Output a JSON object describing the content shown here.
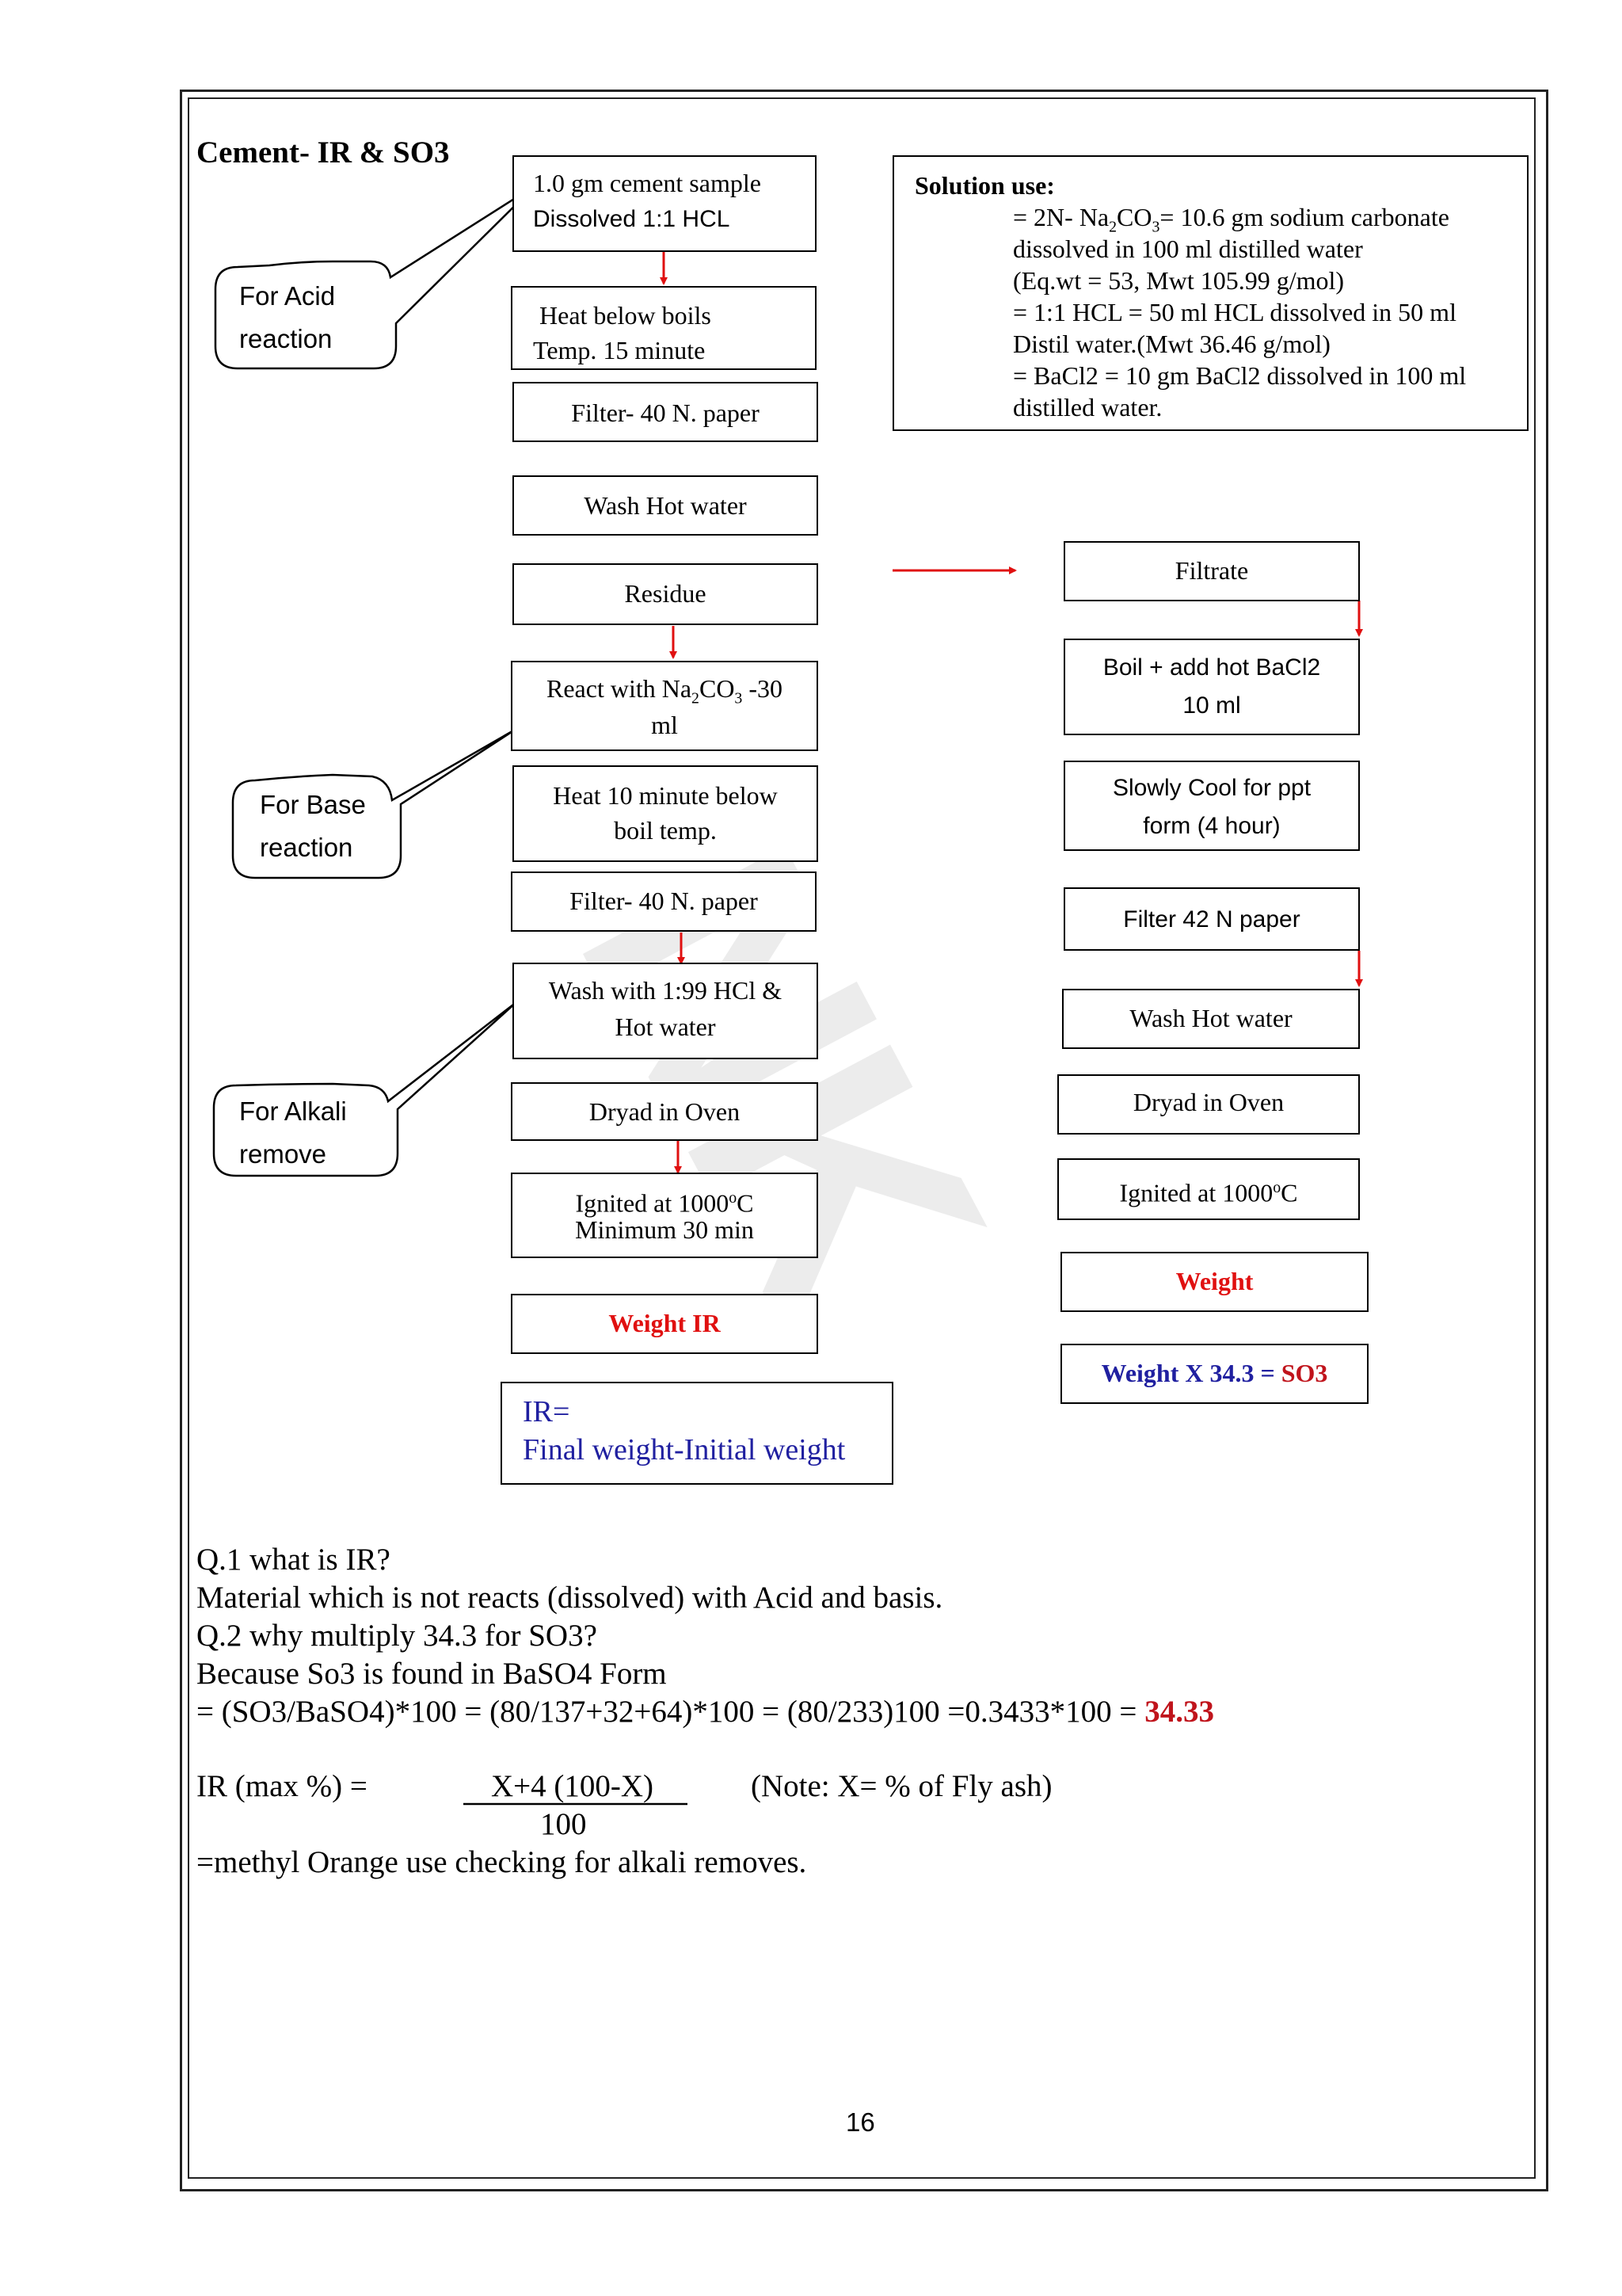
{
  "title": "Cement- IR & SO3",
  "watermark": "NK",
  "left_flow": [
    {
      "lines": [
        "1.0 gm cement sample",
        "Dissolved 1:1 HCL"
      ]
    },
    {
      "lines": [
        "Heat below boils",
        "Temp. 15 minute"
      ]
    },
    {
      "lines": [
        "Filter- 40 N. paper"
      ]
    },
    {
      "lines": [
        "Wash Hot water"
      ]
    },
    {
      "lines": [
        "Residue"
      ]
    },
    {
      "lines": [
        "React with Na2CO3 -30",
        "ml"
      ]
    },
    {
      "lines": [
        "Heat 10 minute below",
        "boil temp."
      ]
    },
    {
      "lines": [
        "Filter- 40 N. paper"
      ]
    },
    {
      "lines": [
        "Wash with 1:99 HCl &",
        "Hot water"
      ]
    },
    {
      "lines": [
        "Dryad in Oven"
      ]
    },
    {
      "lines": [
        "Ignited at 1000°C",
        "Minimum 30 min"
      ]
    },
    {
      "lines": [
        "Weight IR"
      ]
    }
  ],
  "right_flow": [
    {
      "lines": [
        "Filtrate"
      ]
    },
    {
      "lines": [
        "Boil + add hot BaCl2",
        "10 ml"
      ]
    },
    {
      "lines": [
        "Slowly Cool for ppt",
        "form (4 hour)"
      ]
    },
    {
      "lines": [
        "Filter 42 N paper"
      ]
    },
    {
      "lines": [
        "Wash Hot water"
      ]
    },
    {
      "lines": [
        "Dryad in Oven"
      ]
    },
    {
      "lines": [
        "Ignited at 1000°C"
      ]
    },
    {
      "lines": [
        "Weight"
      ]
    },
    {
      "lines": [
        "Weight X 34.3 = ",
        "SO3"
      ]
    }
  ],
  "ir_formula": {
    "line1": "IR=",
    "line2": "Final weight-Initial weight"
  },
  "callouts": [
    {
      "lines": [
        "For Acid",
        "reaction"
      ]
    },
    {
      "lines": [
        "For Base",
        "reaction"
      ]
    },
    {
      "lines": [
        "For Alkali",
        "remove"
      ]
    }
  ],
  "solution": {
    "heading": "Solution use:",
    "lines": [
      "= 2N- Na2CO3= 10.6 gm sodium carbonate",
      "dissolved in 100 ml distilled water",
      "(Eq.wt = 53, Mwt 105.99 g/mol)",
      "= 1:1 HCL = 50 ml HCL dissolved in 50 ml",
      "Distil water.(Mwt 36.46 g/mol)",
      "= BaCl2  = 10 gm BaCl2 dissolved in 100 ml",
      "distilled water."
    ]
  },
  "qa": {
    "q1": "Q.1 what is IR?",
    "a1": "Material which is not reacts (dissolved) with Acid and basis.",
    "q2": "Q.2 why multiply 34.3 for SO3?",
    "a2": "Because So3 is found in BaSO4 Form",
    "calc": "= (SO3/BaSO4)*100 = (80/137+32+64)*100 = (80/233)100 =0.3433*100 = ",
    "calc_result": "34.33",
    "ir_label": "IR (max %) =",
    "ir_numerator": "X+4 (100-X)",
    "ir_denominator": "100",
    "ir_note": "(Note: X= % of Fly ash)",
    "methyl": "=methyl Orange use checking for alkali removes."
  },
  "page_number": "16"
}
